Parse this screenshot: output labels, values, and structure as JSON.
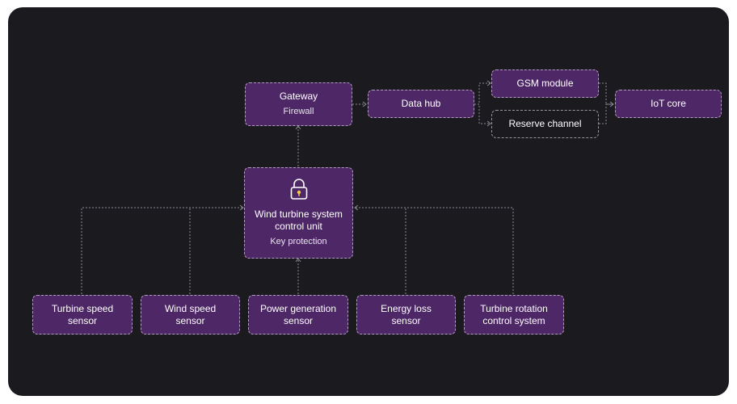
{
  "diagram": {
    "gateway": {
      "title": "Gateway",
      "subtitle": "Firewall"
    },
    "data_hub": {
      "title": "Data hub"
    },
    "gsm_module": {
      "title": "GSM module"
    },
    "reserve_channel": {
      "title": "Reserve channel"
    },
    "iot_core": {
      "title": "IoT core"
    },
    "control_unit": {
      "title_line1": "Wind turbine system",
      "title_line2": "control unit",
      "subtitle": "Key protection",
      "icon": "lock-icon"
    },
    "sensors": [
      {
        "line1": "Turbine speed",
        "line2": "sensor"
      },
      {
        "line1": "Wind speed",
        "line2": "sensor"
      },
      {
        "line1": "Power generation",
        "line2": "sensor"
      },
      {
        "line1": "Energy loss",
        "line2": "sensor"
      },
      {
        "line1": "Turbine rotation",
        "line2": "control system"
      }
    ]
  },
  "colors": {
    "background": "#1b1a1f",
    "node_fill": "#4e2866",
    "lock_accent": "#f2c94c"
  }
}
